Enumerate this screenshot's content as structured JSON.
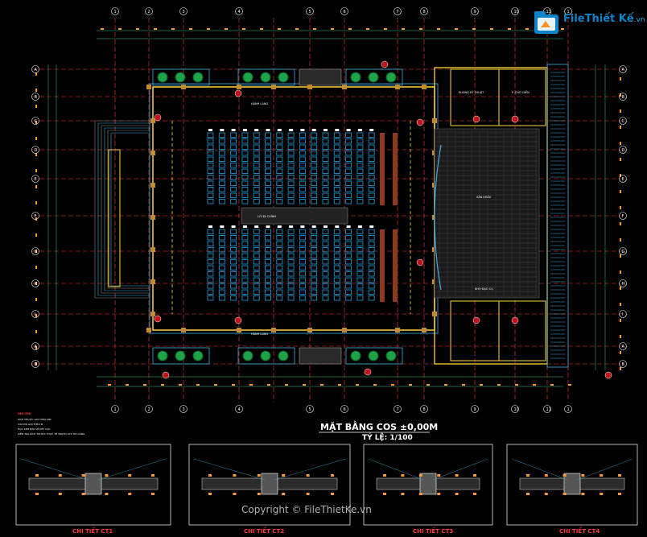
{
  "brand": {
    "logo_text": "File",
    "logo_text2": "Thiết Kế",
    "logo_domain": ".vn"
  },
  "copyright": "Copyright © FileThietKe.vn",
  "plan": {
    "title": "MẶT BẰNG COS ±0,00M",
    "scale": "TỶ LỆ: 1/100",
    "room_stage": "SÂN KHẤU",
    "room_aisle": "LỐI ĐI CHÍNH",
    "room_corridor": "HÀNH LANG",
    "room_cooling": "PHÒNG KỸ THUẬT",
    "room_dressing": "P. CHỜ DIỄN",
    "room_wc": "KHO ĐẠO CỤ"
  },
  "grid_top": [
    "1",
    "2",
    "3",
    "4",
    "5",
    "6",
    "7",
    "8",
    "9",
    "10",
    "11"
  ],
  "grid_side": [
    "A",
    "B",
    "C",
    "D",
    "E",
    "F",
    "G",
    "H",
    "I"
  ],
  "notes": {
    "heading": "GHI CHÚ",
    "lines": [
      "KÍCH THƯỚC GHI THEO MM",
      "CAO ĐỘ GHI THEO M",
      "ĐỌC KÈM BẢN VẼ KẾT CẤU",
      "KIỂM TRA KÍCH THƯỚC THỰC TẾ TRƯỚC KHI THI CÔNG"
    ]
  },
  "details": [
    {
      "title": "CHI TIẾT CT1"
    },
    {
      "title": "CHI TIẾT CT2"
    },
    {
      "title": "CHI TIẾT CT3"
    },
    {
      "title": "CHI TIẾT CT4"
    }
  ],
  "colors": {
    "background": "#000000",
    "grid_line": "#ff3b3b",
    "wall": "#ffd43b",
    "seat": "#1e90c8",
    "dim": "#ff9a3a",
    "accent_green": "#1fa34a"
  }
}
